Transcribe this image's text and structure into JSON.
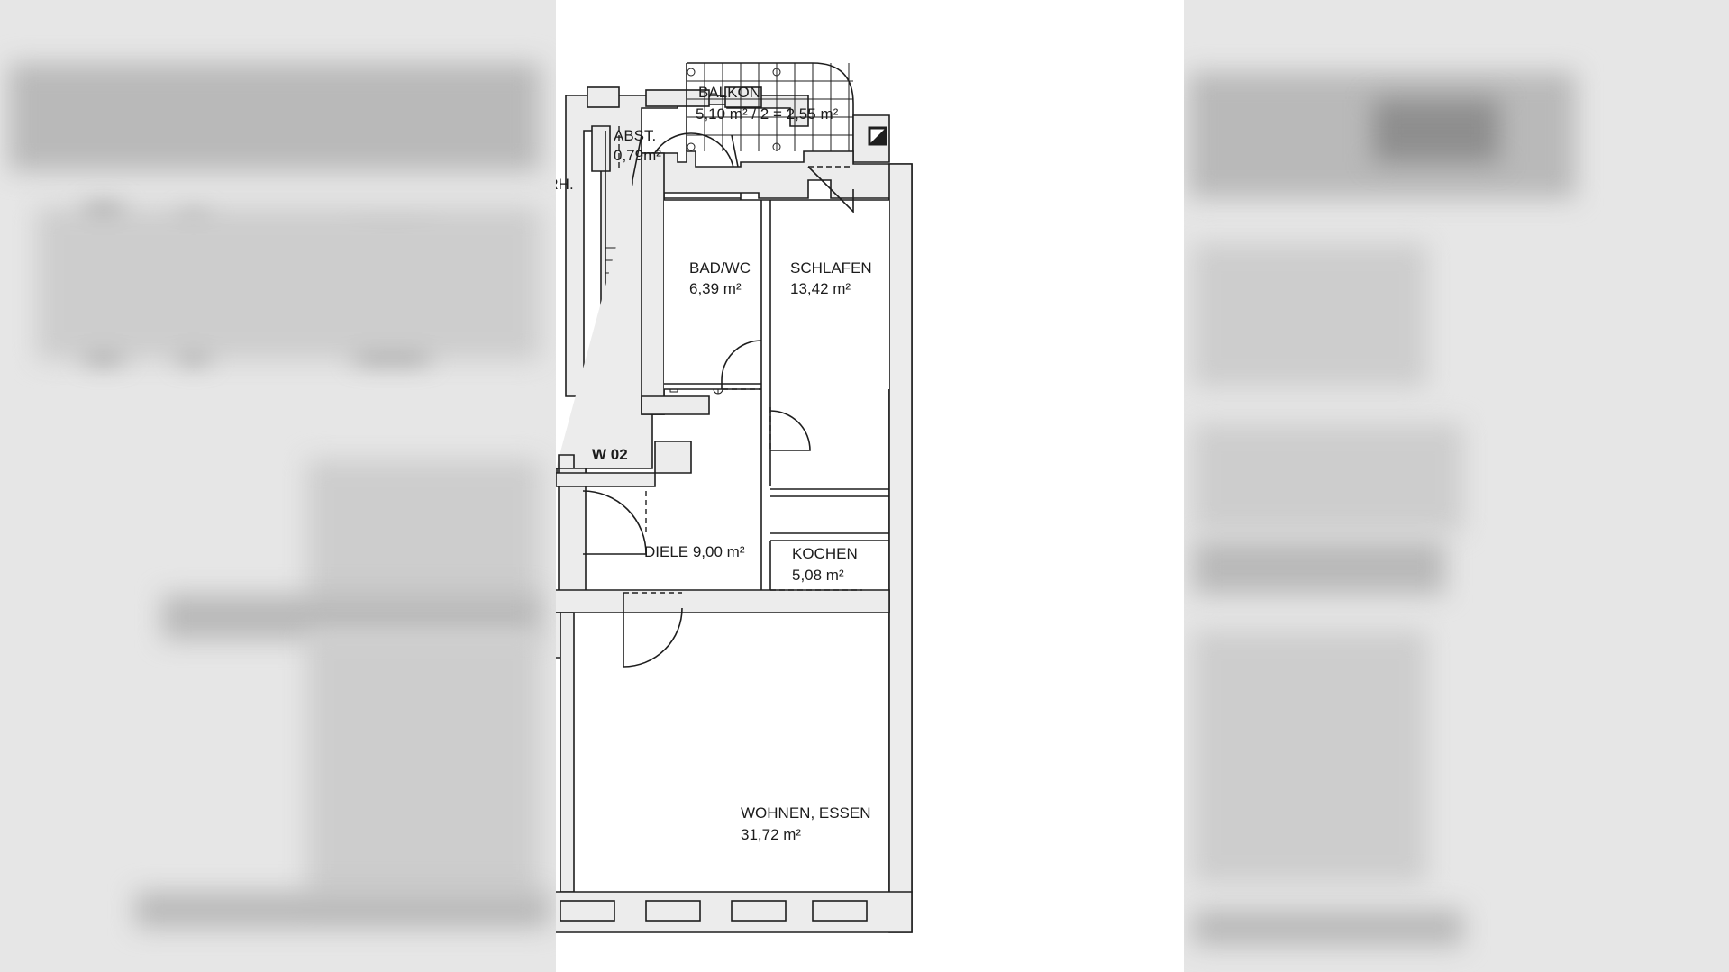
{
  "plan": {
    "unit_id": "W 02",
    "rooms": {
      "balkon": {
        "name": "BALKON",
        "area": "5,10 m² / 2 = 2,55 m²"
      },
      "abst": {
        "name": "ABST.",
        "area": "0,79m²"
      },
      "trh": {
        "name": "TRH."
      },
      "bad": {
        "name": "BAD/WC",
        "area": "6,39 m²"
      },
      "schlafen": {
        "name": "SCHLAFEN",
        "area": "13,42 m²"
      },
      "diele": {
        "label": "DIELE  9,00 m²"
      },
      "kochen": {
        "name": "KOCHEN",
        "area": "5,08 m²"
      },
      "wohnen": {
        "name": "WOHNEN, ESSEN",
        "area": "31,72 m²"
      }
    }
  }
}
